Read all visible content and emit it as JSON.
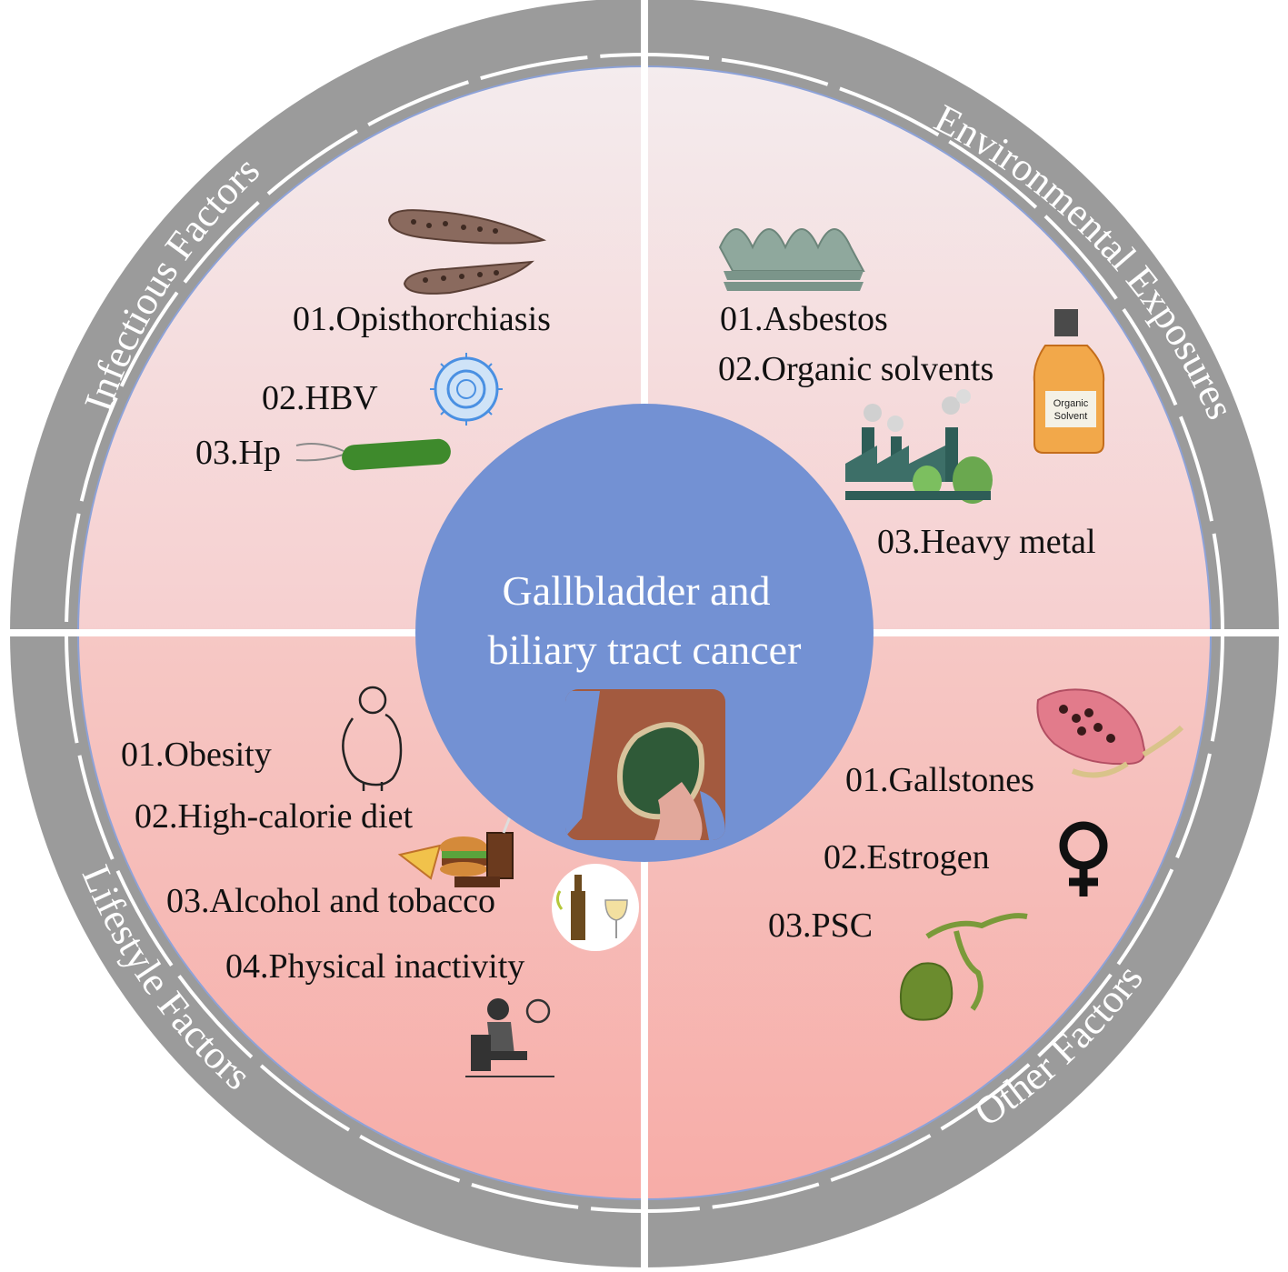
{
  "center": {
    "title_line1": "Gallbladder and",
    "title_line2": "biliary tract cancer"
  },
  "quadrants": {
    "infectious": {
      "label": "Infectious Factors",
      "items": [
        "01.Opisthorchiasis",
        "02.HBV",
        "03.Hp"
      ]
    },
    "environmental": {
      "label": "Environmental Exposures",
      "items": [
        "01.Asbestos",
        "02.Organic solvents",
        "03.Heavy metal"
      ],
      "bottle_label_line1": "Organic",
      "bottle_label_line2": "Solvent"
    },
    "lifestyle": {
      "label": "Lifestyle Factors",
      "items": [
        "01.Obesity",
        "02.High-calorie diet",
        "03.Alcohol and tobacco",
        "04.Physical inactivity"
      ]
    },
    "other": {
      "label": "Other Factors",
      "items": [
        "01.Gallstones",
        "02.Estrogen",
        "03.PSC"
      ]
    }
  },
  "colors": {
    "ring_gray": "#9b9b9b",
    "ring_outline": "#8da2d8",
    "center_blue": "#7391d3",
    "top_fill_start": "#f3e7ea",
    "top_fill_end": "#f6cfcf",
    "bottom_fill_start": "#f6c6c3",
    "bottom_fill_end": "#f7b0ab"
  },
  "icons": {
    "infectious": [
      "liver-fluke-icon",
      "virus-icon",
      "bacterium-icon"
    ],
    "environmental": [
      "asbestos-sheet-icon",
      "solvent-bottle-icon",
      "factory-icon"
    ],
    "lifestyle": [
      "obese-person-icon",
      "fast-food-icon",
      "alcohol-tobacco-icon",
      "sedentary-person-icon"
    ],
    "other": [
      "gallstone-gallbladder-icon",
      "female-symbol-icon",
      "biliary-tree-icon"
    ],
    "center": "gallbladder-tumor-illustration"
  }
}
